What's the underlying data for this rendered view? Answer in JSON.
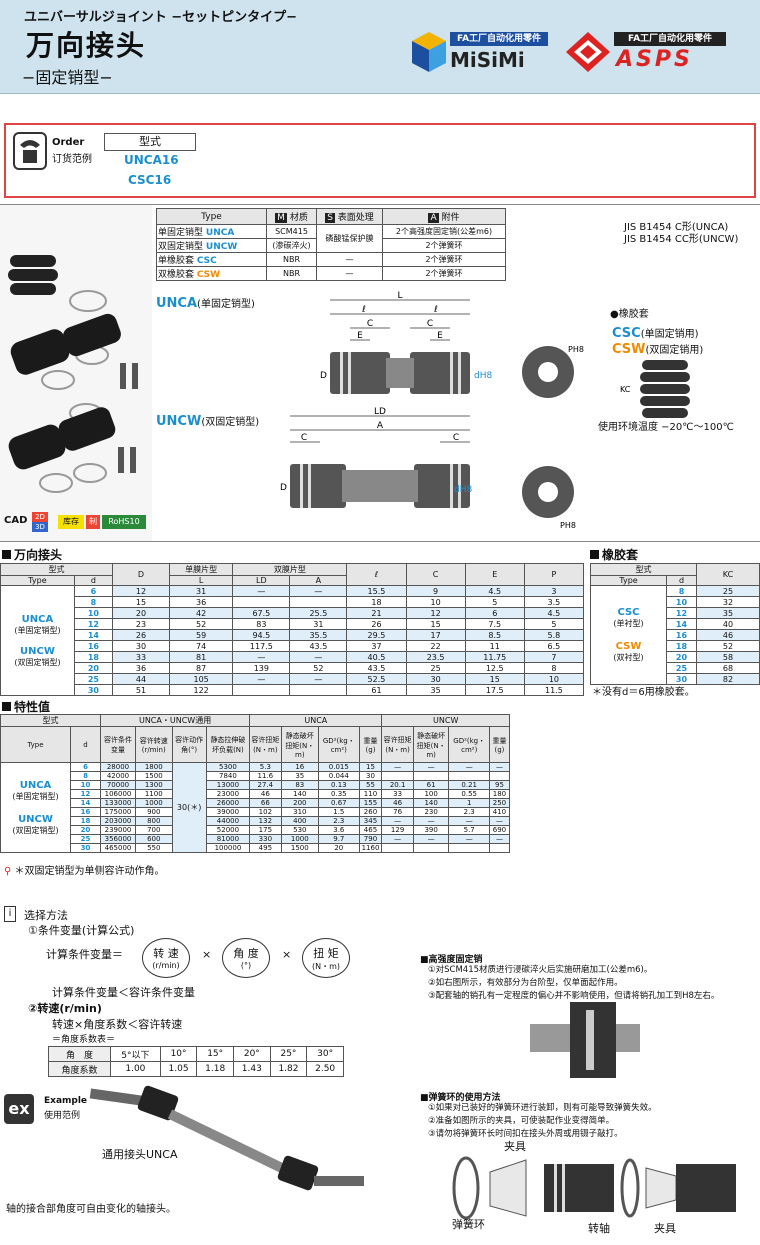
{
  "header": {
    "jp_title": "ユニバーサルジョイント −セットピンタイプ−",
    "title": "万向接头",
    "subtitle": "−固定销型−",
    "logo1_text": "FA工厂自动化用零件",
    "logo1_brand": "MiSiMi",
    "logo2_text": "FA工厂自动化用零件",
    "logo2_brand": "ASPS"
  },
  "order": {
    "label_en": "Order",
    "label_cn": "订货范例",
    "col_header": "型式",
    "examples": [
      "UNCA16",
      "CSC16"
    ]
  },
  "spec": {
    "headers": [
      "Type",
      "材质",
      "表面处理",
      "附件"
    ],
    "header_badges": [
      "M",
      "S",
      "A"
    ],
    "rows": [
      [
        "单固定销型",
        "UNCA",
        "SCM415",
        "磷酸锰保护膜",
        "2个高强度固定销(公差m6)"
      ],
      [
        "双固定销型",
        "UNCW",
        "(渗碳淬火)",
        "",
        "2个弹簧环"
      ],
      [
        "单橡胶套",
        "CSC",
        "NBR",
        "—",
        "2个弹簧环"
      ],
      [
        "双橡胶套",
        "CSW",
        "NBR",
        "—",
        "2个弹簧环"
      ]
    ]
  },
  "jis": [
    "JIS B1454 C形(UNCA)",
    "JIS B1454 CC形(UNCW)"
  ],
  "cad": {
    "cad": "CAD",
    "d2": "2D",
    "d3": "3D",
    "stock": "库存",
    "make": "制",
    "rohs": "RoHS10"
  },
  "drawing": {
    "unca_label": "UNCA",
    "unca_desc": "(单固定销型)",
    "uncw_label": "UNCW",
    "uncw_desc": "(双固定销型)",
    "rubber_title": "●橡胶套",
    "csc": "CSC",
    "csc_desc": "(单固定销用)",
    "csw": "CSW",
    "csw_desc": "(双固定销用)",
    "temp": "使用环境温度  −20℃～100℃",
    "dims": [
      "L",
      "ℓ",
      "ℓ",
      "C",
      "C",
      "E",
      "E",
      "D",
      "dH8",
      "PH8",
      "KC",
      "LD",
      "A",
      "PH8"
    ]
  },
  "dim_table": {
    "title": "万向接头",
    "h1": [
      "型式",
      "D",
      "单膜片型",
      "双膜片型",
      "ℓ",
      "C",
      "E",
      "P"
    ],
    "h2": [
      "Type",
      "d",
      "L",
      "LD",
      "A"
    ],
    "types": [
      {
        "name": "UNCA",
        "desc": "(单固定销型)"
      },
      {
        "name": "UNCW",
        "desc": "(双固定销型)"
      }
    ],
    "rows": [
      [
        "6",
        "12",
        "31",
        "—",
        "—",
        "15.5",
        "9",
        "4.5",
        "3"
      ],
      [
        "8",
        "15",
        "36",
        "",
        "",
        "18",
        "10",
        "5",
        "3.5"
      ],
      [
        "10",
        "20",
        "42",
        "67.5",
        "25.5",
        "21",
        "12",
        "6",
        "4.5"
      ],
      [
        "12",
        "23",
        "52",
        "83",
        "31",
        "26",
        "15",
        "7.5",
        "5"
      ],
      [
        "14",
        "26",
        "59",
        "94.5",
        "35.5",
        "29.5",
        "17",
        "8.5",
        "5.8"
      ],
      [
        "16",
        "30",
        "74",
        "117.5",
        "43.5",
        "37",
        "22",
        "11",
        "6.5"
      ],
      [
        "18",
        "33",
        "81",
        "—",
        "—",
        "40.5",
        "23.5",
        "11.75",
        "7"
      ],
      [
        "20",
        "36",
        "87",
        "139",
        "52",
        "43.5",
        "25",
        "12.5",
        "8"
      ],
      [
        "25",
        "44",
        "105",
        "—",
        "—",
        "52.5",
        "30",
        "15",
        "10"
      ],
      [
        "30",
        "51",
        "122",
        "",
        "",
        "61",
        "35",
        "17.5",
        "11.5"
      ]
    ]
  },
  "rubber_table": {
    "title": "橡胶套",
    "h1": [
      "型式",
      "KC"
    ],
    "h2": [
      "Type",
      "d"
    ],
    "types": [
      {
        "name": "CSC",
        "desc": "(单衬型)"
      },
      {
        "name": "CSW",
        "desc": "(双衬型)"
      }
    ],
    "rows": [
      [
        "8",
        "25"
      ],
      [
        "10",
        "32"
      ],
      [
        "12",
        "35"
      ],
      [
        "14",
        "40"
      ],
      [
        "16",
        "46"
      ],
      [
        "18",
        "52"
      ],
      [
        "20",
        "58"
      ],
      [
        "25",
        "68"
      ],
      [
        "30",
        "82"
      ]
    ],
    "note": "＊没有d＝6用橡胶套。"
  },
  "char_table": {
    "title": "特性值",
    "h1": [
      "型式",
      "UNCA・UNCW通用",
      "UNCA",
      "UNCW"
    ],
    "h2": [
      "Type",
      "d",
      "容许条件变量",
      "容许转速(r/min)",
      "容许动作角(°)",
      "静态拉伸破坏负载(N)",
      "容许扭矩(N・m)",
      "静态破坏扭矩(N・m)",
      "GD²(kg・cm²)",
      "重量(g)",
      "容许扭矩(N・m)",
      "静态破坏扭矩(N・m)",
      "GD²(kg・cm²)",
      "重量(g)"
    ],
    "angle": "30(＊)",
    "rows": [
      [
        "6",
        "28000",
        "1800",
        "5300",
        "5.3",
        "16",
        "0.015",
        "15",
        "—",
        "—",
        "—",
        "—"
      ],
      [
        "8",
        "42000",
        "1500",
        "7840",
        "11.6",
        "35",
        "0.044",
        "30",
        "",
        "",
        "",
        ""
      ],
      [
        "10",
        "70000",
        "1300",
        "13000",
        "27.4",
        "83",
        "0.13",
        "55",
        "20.1",
        "61",
        "0.21",
        "95"
      ],
      [
        "12",
        "106000",
        "1100",
        "23000",
        "46",
        "140",
        "0.35",
        "110",
        "33",
        "100",
        "0.55",
        "180"
      ],
      [
        "14",
        "133000",
        "1000",
        "26000",
        "66",
        "200",
        "0.67",
        "155",
        "46",
        "140",
        "1",
        "250"
      ],
      [
        "16",
        "175000",
        "900",
        "39000",
        "102",
        "310",
        "1.5",
        "260",
        "76",
        "230",
        "2.3",
        "410"
      ],
      [
        "18",
        "203000",
        "800",
        "44000",
        "132",
        "400",
        "2.3",
        "345",
        "—",
        "—",
        "—",
        "—"
      ],
      [
        "20",
        "239000",
        "700",
        "52000",
        "175",
        "530",
        "3.6",
        "465",
        "129",
        "390",
        "5.7",
        "690"
      ],
      [
        "25",
        "356000",
        "600",
        "81000",
        "330",
        "1000",
        "9.7",
        "790",
        "—",
        "—",
        "—",
        "—"
      ],
      [
        "30",
        "465000",
        "550",
        "100000",
        "495",
        "1500",
        "20",
        "1160",
        "",
        "",
        "",
        ""
      ]
    ],
    "note": "＊双固定销型为单侧容许动作角。"
  },
  "selection": {
    "title": "选择方法",
    "step1": "①条件变量(计算公式)",
    "formula_label": "计算条件变量＝",
    "f1": "转 速",
    "f1u": "(r/min)",
    "f2": "角 度",
    "f2u": "(°)",
    "f3": "扭 矩",
    "f3u": "(N・m)",
    "times": "×",
    "cond": "计算条件变量＜容许条件变量",
    "step2": "②转速(r/min)",
    "speed": "转速×角度系数＜容许转速",
    "table_title": "＝角度系数表＝",
    "angle_h": "角　度",
    "angles": [
      "5°以下",
      "10°",
      "15°",
      "20°",
      "25°",
      "30°"
    ],
    "coef_h": "角度系数",
    "coefs": [
      "1.00",
      "1.05",
      "1.18",
      "1.43",
      "1.82",
      "2.50"
    ]
  },
  "example": {
    "badge": "ex",
    "en": "Example",
    "cn": "使用范例",
    "caption": "通用接头UNCA",
    "note": "轴的接合部角度可自由变化的轴接头。"
  },
  "pin": {
    "title": "■高强度固定销",
    "notes": [
      "①对SCM415材质进行浸碳淬火后实施研磨加工(公差m6)。",
      "②如右图所示，有效部分为台阶型，仅单面起作用。",
      "③配套轴的销孔有一定程度的偏心并不影响使用，但请将销孔加工到H8左右。"
    ]
  },
  "ring": {
    "title": "■弹簧环的使用方法",
    "notes": [
      "①如果对已装好的弹簧环进行装卸，则有可能导致弹簧失效。",
      "②准备如图所示的夹具，可使装配作业变得简单。",
      "③请勿将弹簧环长时间扣在接头外周或用镊子敲打。"
    ],
    "tool1": "夹具",
    "tool2": "夹具",
    "ring": "弹簧环",
    "shaft": "转轴"
  }
}
